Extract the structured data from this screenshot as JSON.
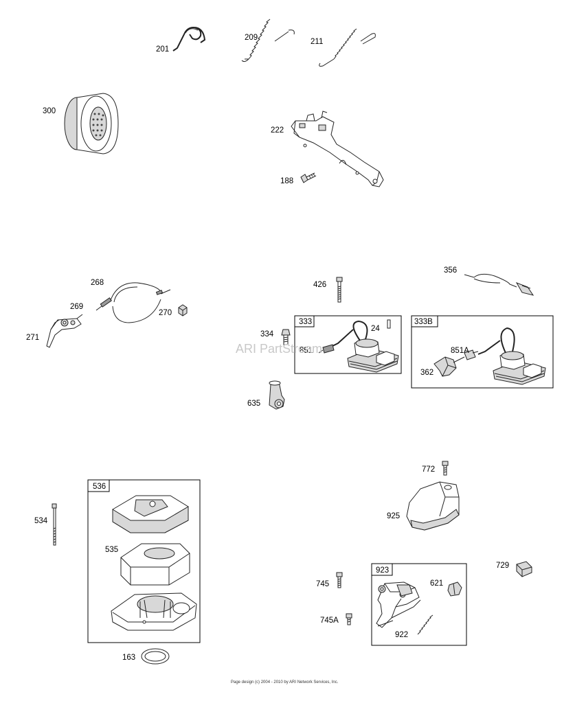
{
  "labels": {
    "p201": "201",
    "p209": "209",
    "p211": "211",
    "p300": "300",
    "p222": "222",
    "p188": "188",
    "p268": "268",
    "p269": "269",
    "p270": "270",
    "p271": "271",
    "p426": "426",
    "p356": "356",
    "p334": "334",
    "p333": "333",
    "p24": "24",
    "p851": "851",
    "p333b": "333B",
    "p851a": "851A",
    "p362": "362",
    "p635": "635",
    "p536": "536",
    "p534": "534",
    "p535": "535",
    "p163": "163",
    "p772": "772",
    "p925": "925",
    "p729": "729",
    "p923": "923",
    "p745": "745",
    "p621": "621",
    "p745a": "745A",
    "p922": "922"
  },
  "watermark": "ARI PartStream",
  "footer": "Page design (c) 2004 - 2010 by ARI Network Services, Inc."
}
